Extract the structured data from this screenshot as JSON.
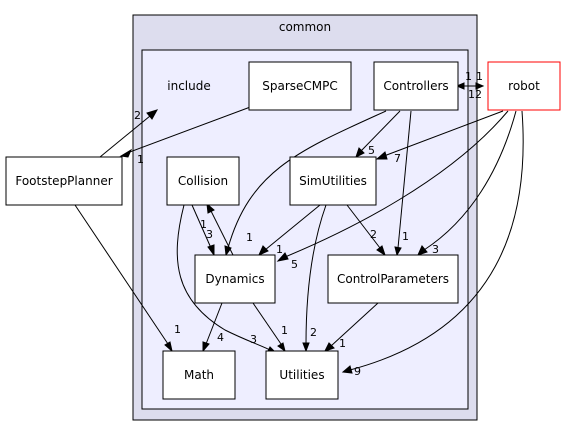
{
  "clusters": {
    "outer": "common",
    "inner": "include"
  },
  "nodes": {
    "sparse_cmpc": "SparseCMPC",
    "controllers": "Controllers",
    "robot": "robot",
    "footstep_planner": "FootstepPlanner",
    "collision": "Collision",
    "sim_utilities": "SimUtilities",
    "dynamics": "Dynamics",
    "control_parameters": "ControlParameters",
    "math": "Math",
    "utilities": "Utilities"
  },
  "edge_labels": {
    "robot_controllers_a": "1",
    "robot_controllers_b": "1",
    "controllers_robot": "12",
    "footstep_include": "2",
    "sparse_footstep": "1",
    "controllers_sim": "5",
    "robot_sim": "7",
    "collision_dynamics": "3",
    "dynamics_collision": "1",
    "controllers_dynamics": "1",
    "sim_dynamics": "1",
    "robot_dynamics": "5",
    "sim_ctrlparams": "2",
    "controllers_ctrlparams": "1",
    "robot_ctrlparams": "3",
    "footstep_math": "1",
    "dynamics_math": "4",
    "collision_utilities": "3",
    "dynamics_utilities": "1",
    "sim_utilities": "2",
    "ctrlparams_utilities": "1",
    "robot_utilities": "9"
  }
}
